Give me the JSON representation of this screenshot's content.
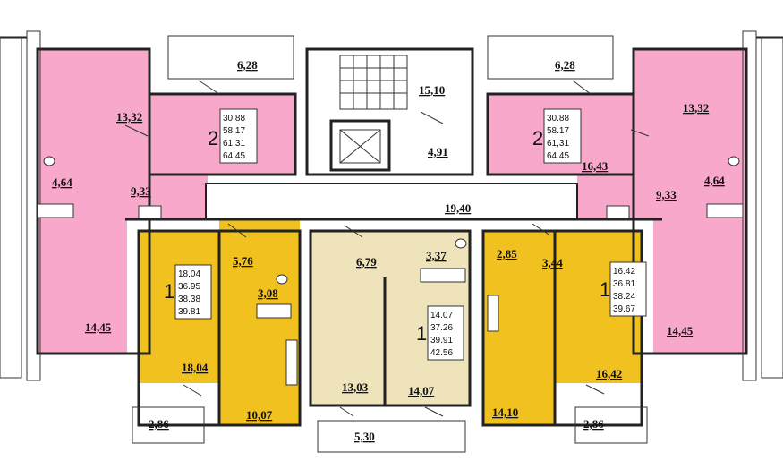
{
  "colors": {
    "pink_apartment": "#f7a8cb",
    "yellow_apartment": "#f1c21f",
    "beige_apartment": "#eee3bb",
    "wall": "#222222",
    "background": "#ffffff"
  },
  "areas": {
    "balcony_top_left": "6,28",
    "balcony_top_right": "6,28",
    "stair": "15,10",
    "lift_hall": "4,91",
    "corridor": "19,40",
    "left_kitchen": "13,32",
    "left_bath": "4,64",
    "left_hall": "9,33",
    "left_room": "14,45",
    "right_kitchen": "13,32",
    "right_hall": "16,43",
    "right_hall2": "9,33",
    "right_bath": "4,64",
    "right_room": "14,45",
    "y1_hall": "5,76",
    "y1_bath": "3,08",
    "y1_room": "18,04",
    "y1_kitchen": "10,07",
    "y1_balcony": "2,86",
    "mid_hall": "6,79",
    "mid_bath": "3,37",
    "mid_kitchen": "13,03",
    "mid_room": "14,07",
    "mid_balcony": "5,30",
    "y2_bath": "2,85",
    "y2_hall": "3,44",
    "y2_kitchen": "14,10",
    "y2_room": "16,42",
    "y2_balcony": "2,86"
  },
  "tags": {
    "pink_left": {
      "rooms": "2",
      "lines": [
        "30.88",
        "58.17",
        "61,31",
        "64.45"
      ]
    },
    "pink_right": {
      "rooms": "2",
      "lines": [
        "30.88",
        "58.17",
        "61,31",
        "64.45"
      ]
    },
    "yellow_left": {
      "rooms": "1",
      "lines": [
        "18.04",
        "36.95",
        "38.38",
        "39.81"
      ]
    },
    "beige_mid": {
      "rooms": "1",
      "lines": [
        "14.07",
        "37.26",
        "39.91",
        "42.56"
      ]
    },
    "yellow_right": {
      "rooms": "1",
      "lines": [
        "16.42",
        "36.81",
        "38.24",
        "39.67"
      ]
    }
  }
}
